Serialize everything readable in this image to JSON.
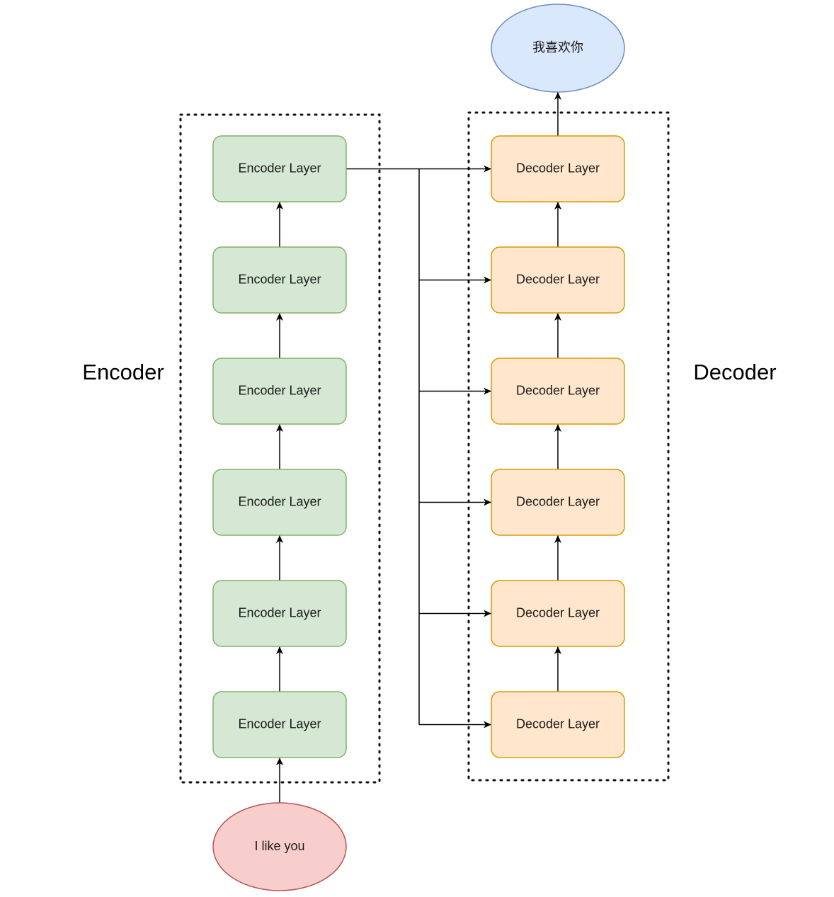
{
  "encoder": {
    "label": "Encoder",
    "layers": [
      "Encoder Layer",
      "Encoder Layer",
      "Encoder Layer",
      "Encoder Layer",
      "Encoder Layer",
      "Encoder Layer"
    ],
    "fill_color": "#d5e8d4",
    "stroke_color": "#82b366"
  },
  "decoder": {
    "label": "Decoder",
    "layers": [
      "Decoder Layer",
      "Decoder Layer",
      "Decoder Layer",
      "Decoder Layer",
      "Decoder Layer",
      "Decoder Layer"
    ],
    "fill_color": "#ffe6cc",
    "stroke_color": "#d79b00"
  },
  "input": {
    "text": "I like you",
    "fill_color": "#f8cecc",
    "stroke_color": "#b85450"
  },
  "output": {
    "text": "我喜欢你",
    "fill_color": "#dae8fc",
    "stroke_color": "#6c8ebf"
  }
}
